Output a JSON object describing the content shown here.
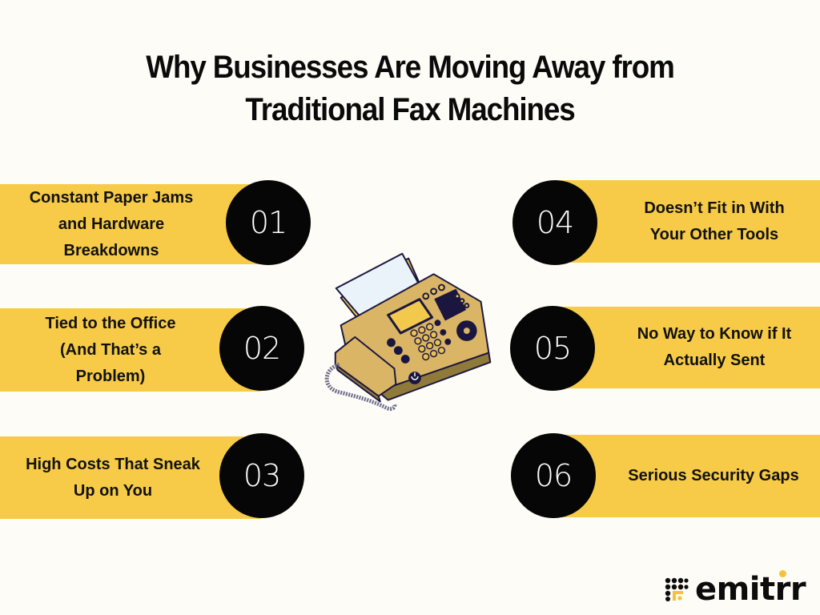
{
  "title": {
    "line1": "Why Businesses Are Moving Away from",
    "line2": "Traditional Fax Machines"
  },
  "colors": {
    "background": "#fdfcf6",
    "accent_yellow": "#f7cb47",
    "circle_black": "#060606",
    "text": "#111111"
  },
  "items": [
    {
      "number": "01",
      "lines": [
        "Constant Paper Jams",
        "and Hardware",
        "Breakdowns"
      ]
    },
    {
      "number": "02",
      "lines": [
        "Tied to the Office",
        "(And That’s a",
        "Problem)"
      ]
    },
    {
      "number": "03",
      "lines": [
        "High Costs That Sneak",
        "Up on You"
      ]
    },
    {
      "number": "04",
      "lines": [
        "Doesn’t Fit in With",
        "Your Other Tools"
      ]
    },
    {
      "number": "05",
      "lines": [
        "No Way to Know if It",
        "Actually Sent"
      ]
    },
    {
      "number": "06",
      "lines": [
        "Serious Security Gaps"
      ]
    }
  ],
  "illustration": {
    "icon": "fax-machine-icon"
  },
  "brand": {
    "name": "emitrr",
    "icon": "emitrr-logo-mark-icon"
  }
}
